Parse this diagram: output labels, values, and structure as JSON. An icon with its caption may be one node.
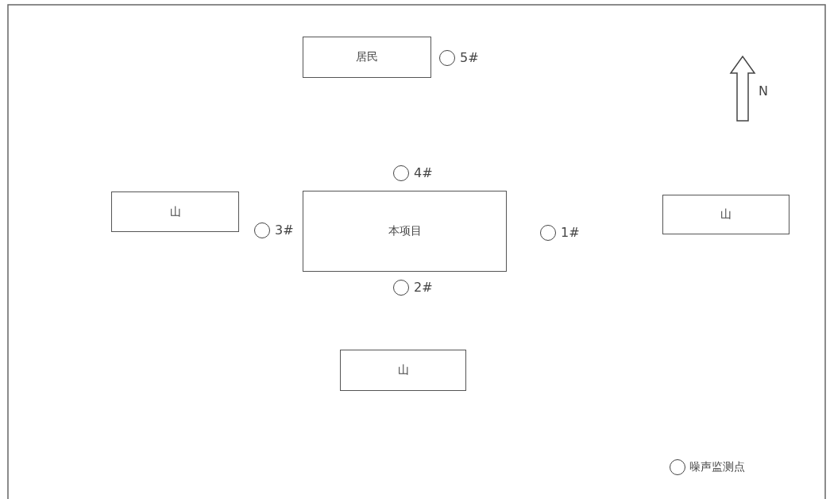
{
  "diagram": {
    "nodes": [
      {
        "text": [
          "居民"
        ]
      },
      {
        "text": [],
        "shape": "circle",
        "beside": [
          "5#"
        ]
      },
      {
        "text": [],
        "shape": "circle",
        "beside": [
          "4#"
        ]
      },
      {
        "text": [
          "山"
        ]
      },
      {
        "text": [],
        "shape": "circle",
        "beside": [
          "3#"
        ]
      },
      {
        "text": [
          "本项目"
        ]
      },
      {
        "text": [],
        "shape": "circle",
        "beside": [
          "1#"
        ]
      },
      {
        "text": [
          "山"
        ]
      },
      {
        "text": [],
        "shape": "circle",
        "beside": [
          "2#"
        ]
      },
      {
        "text": [
          "山"
        ]
      }
    ],
    "labels": [
      "N"
    ],
    "legend": [
      {
        "text": "噪声监测点"
      }
    ]
  }
}
